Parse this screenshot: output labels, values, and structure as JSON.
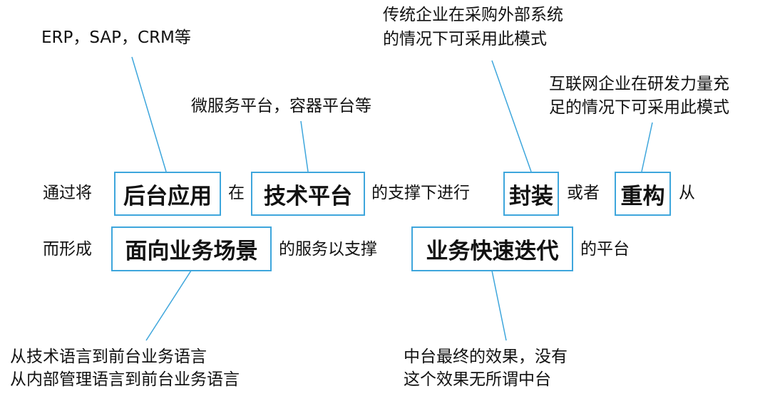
{
  "line_color": "#3ea6dc",
  "sentence": {
    "w1": "通过将",
    "box1": "后台应用",
    "w2": "在",
    "box2": "技术平台",
    "w3": "的支撑下进行",
    "box3": "封装",
    "w4": "或者",
    "box4": "重构",
    "w5": "从",
    "w6": "而形成",
    "box5": "面向业务场景",
    "w7": "的服务以支撑",
    "box6": "业务快速迭代",
    "w8": "的平台"
  },
  "annotations": {
    "a1": "ERP，SAP，CRM等",
    "a2": "微服务平台，容器平台等",
    "a3_l1": "传统企业在采购外部系统",
    "a3_l2": "的情况下可采用此模式",
    "a4_l1": "互联网企业在研发力量充",
    "a4_l2": "足的情况下可采用此模式",
    "a5_l1": "从技术语言到前台业务语言",
    "a5_l2": "从内部管理语言到前台业务语言",
    "a6_l1": "中台最终的效果，没有",
    "a6_l2": "这个效果无所谓中台"
  }
}
